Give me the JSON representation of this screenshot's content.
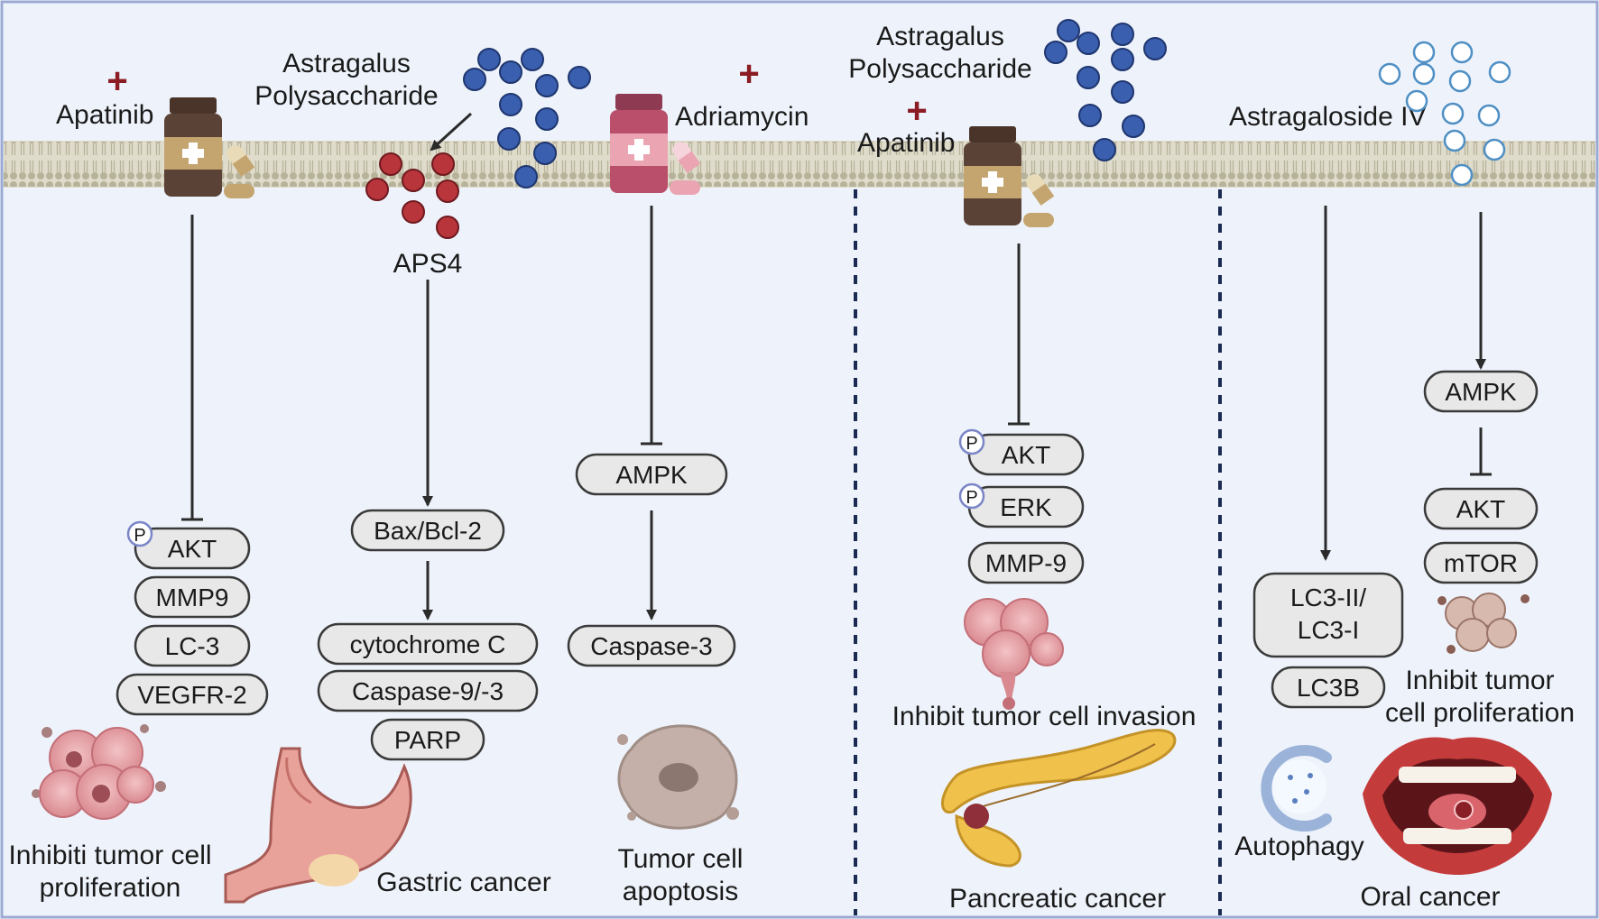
{
  "colors": {
    "background": "#eef3fb",
    "frame": "#9aa9d4",
    "membrane_band": "#d7d3c0",
    "membrane_head": "#b7b29a",
    "pill_fill": "#e8e8e8",
    "pill_stroke": "#3a3a3a",
    "plus_mark": "#8b1c24",
    "aps_blue": "#3a5fae",
    "aps4_red": "#b8353b",
    "astragaloside_outline": "#4f8fc4",
    "apatinib_bottle": "#5a4236",
    "apatinib_label": "#c4a56f",
    "adriamycin_bottle": "#b94f6b",
    "adriamycin_label": "#eaa4b2"
  },
  "panel1": {
    "apatinib_label": "Apatinib",
    "aps_label_line1": "Astragalus",
    "aps_label_line2": "Polysaccharide",
    "aps4_label": "APS4",
    "adriamycin_label": "Adriamycin",
    "col1_pills": [
      "AKT",
      "MMP9",
      "LC-3",
      "VEGFR-2"
    ],
    "col2_pills": [
      "Bax/Bcl-2",
      "cytochrome C",
      "Caspase-9/-3",
      "PARP"
    ],
    "col3_pills": [
      "AMPK",
      "Caspase-3"
    ],
    "phospho_mark": "P",
    "outcome_proliferation_line1": "Inhibiti tumor cell",
    "outcome_proliferation_line2": "proliferation",
    "cancer_label": "Gastric cancer",
    "outcome_apoptosis_line1": "Tumor cell",
    "outcome_apoptosis_line2": "apoptosis"
  },
  "panel2": {
    "aps_label_line1": "Astragalus",
    "aps_label_line2": "Polysaccharide",
    "apatinib_label": "Apatinib",
    "pills": [
      "AKT",
      "ERK",
      "MMP-9"
    ],
    "phospho_mark": "P",
    "outcome_label": "Inhibit tumor cell invasion",
    "cancer_label": "Pancreatic cancer"
  },
  "panel3": {
    "astragaloside_label": "Astragaloside IV",
    "left_pill_line1": "LC3-II/",
    "left_pill_line2": "LC3-I",
    "left_pill2": "LC3B",
    "right_pills": [
      "AMPK",
      "AKT",
      "mTOR"
    ],
    "outcome_line1": "Inhibit tumor",
    "outcome_line2": "cell proliferation",
    "autophagy_label": "Autophagy",
    "cancer_label": "Oral cancer"
  }
}
